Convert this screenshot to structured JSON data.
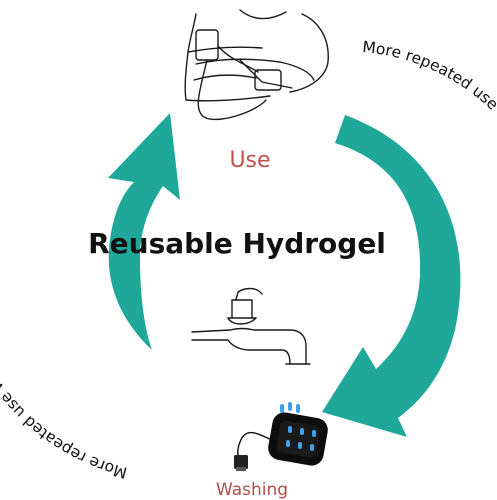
{
  "title": "Reusable Hydrogel",
  "top_label": "Use",
  "bottom_label": "Washing",
  "right_caption": "More repeated use without diminished effectiveness",
  "left_caption": "More repeated use without diminished effectiveness",
  "colors": {
    "arrow": "#1fa89a",
    "use_label": "#c0504d",
    "washing_label": "#b04e49",
    "device_dots": "#3fa2e6"
  },
  "icons": [
    "person-with-electrode-pad-icon",
    "water-faucet-icon",
    "hydrogel-device-icon",
    "water-droplets-icon"
  ]
}
